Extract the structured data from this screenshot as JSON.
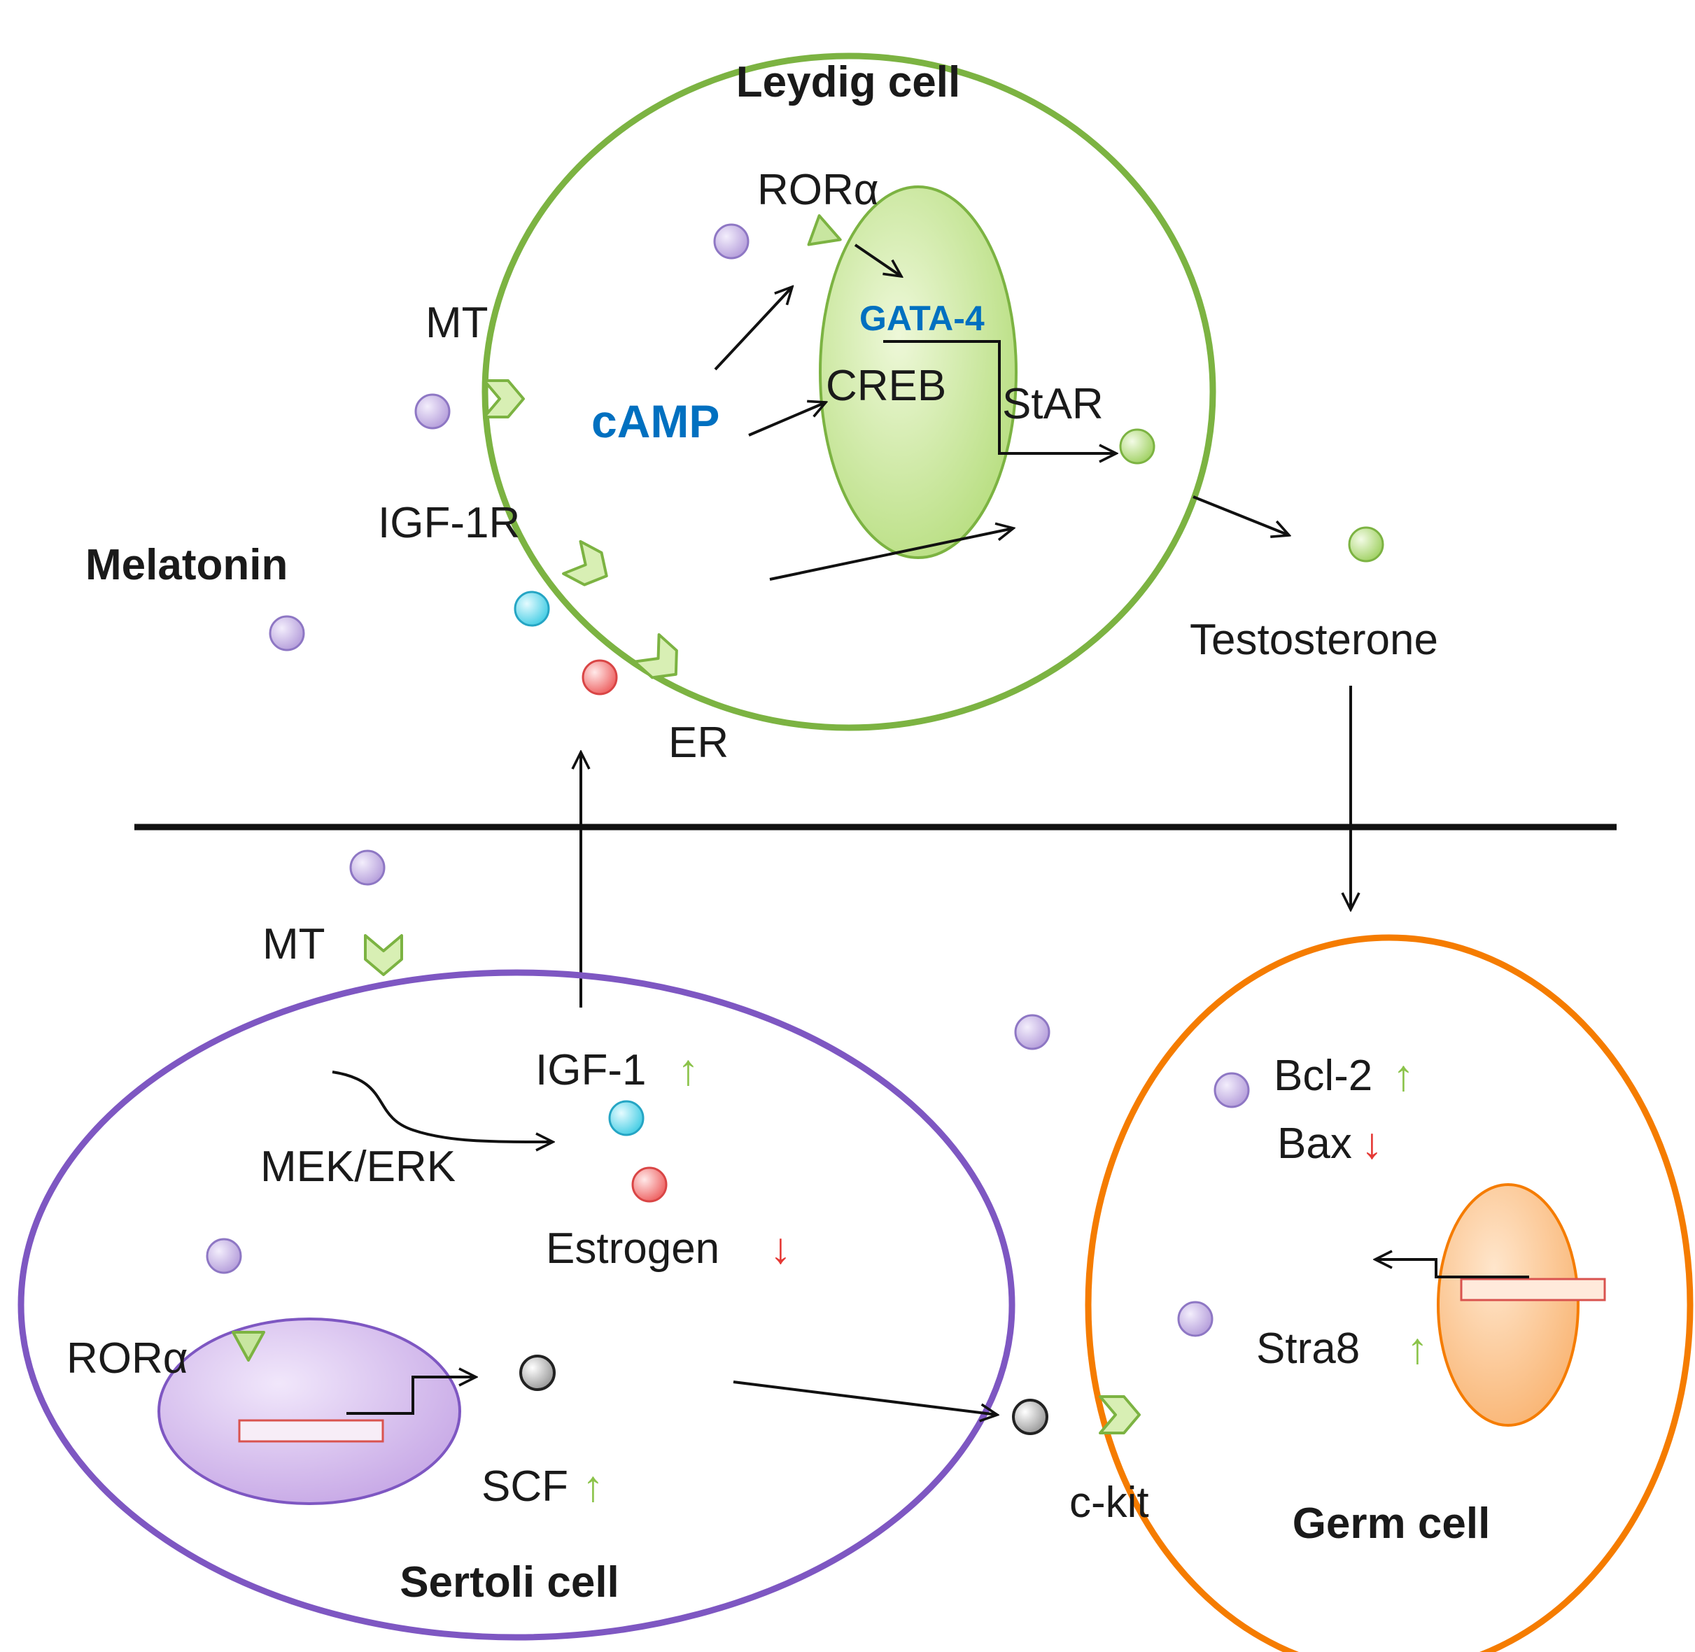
{
  "cells": {
    "leydig": "Leydig cell",
    "sertoli": "Sertoli cell",
    "germ": "Germ cell"
  },
  "signals": {
    "melatonin": "Melatonin",
    "testosterone": "Testosterone"
  },
  "leydig_labels": {
    "ror": "RORα",
    "mt": "MT",
    "gata4": "GATA-4",
    "creb": "CREB",
    "camp": "cAMP",
    "star": "StAR",
    "igf1r": "IGF-1R",
    "er": "ER"
  },
  "sertoli_labels": {
    "mt": "MT",
    "igf1": "IGF-1",
    "mek_erk": "MEK/ERK",
    "estrogen": "Estrogen",
    "ror": "RORα",
    "scf": "SCF"
  },
  "germ_labels": {
    "ckit": "c-kit",
    "bcl2": "Bcl-2",
    "bax": "Bax",
    "stra8": "Stra8"
  },
  "regulation": {
    "igf1": "↑",
    "estrogen": "↓",
    "scf": "↑",
    "bcl2": "↑",
    "bax": "↓",
    "stra8": "↑"
  },
  "colors": {
    "leydig": "#7cb342",
    "sertoli": "#7e57c2",
    "germ": "#f57c00",
    "melatonin_dot": "#b39ddb",
    "igf1_dot": "#4dd0e1",
    "estrogen_dot": "#ef5350",
    "testosterone_dot": "#9ccc65",
    "scf_dot": "#9e9e9e",
    "up": "#8bc34a",
    "down": "#e53935"
  }
}
